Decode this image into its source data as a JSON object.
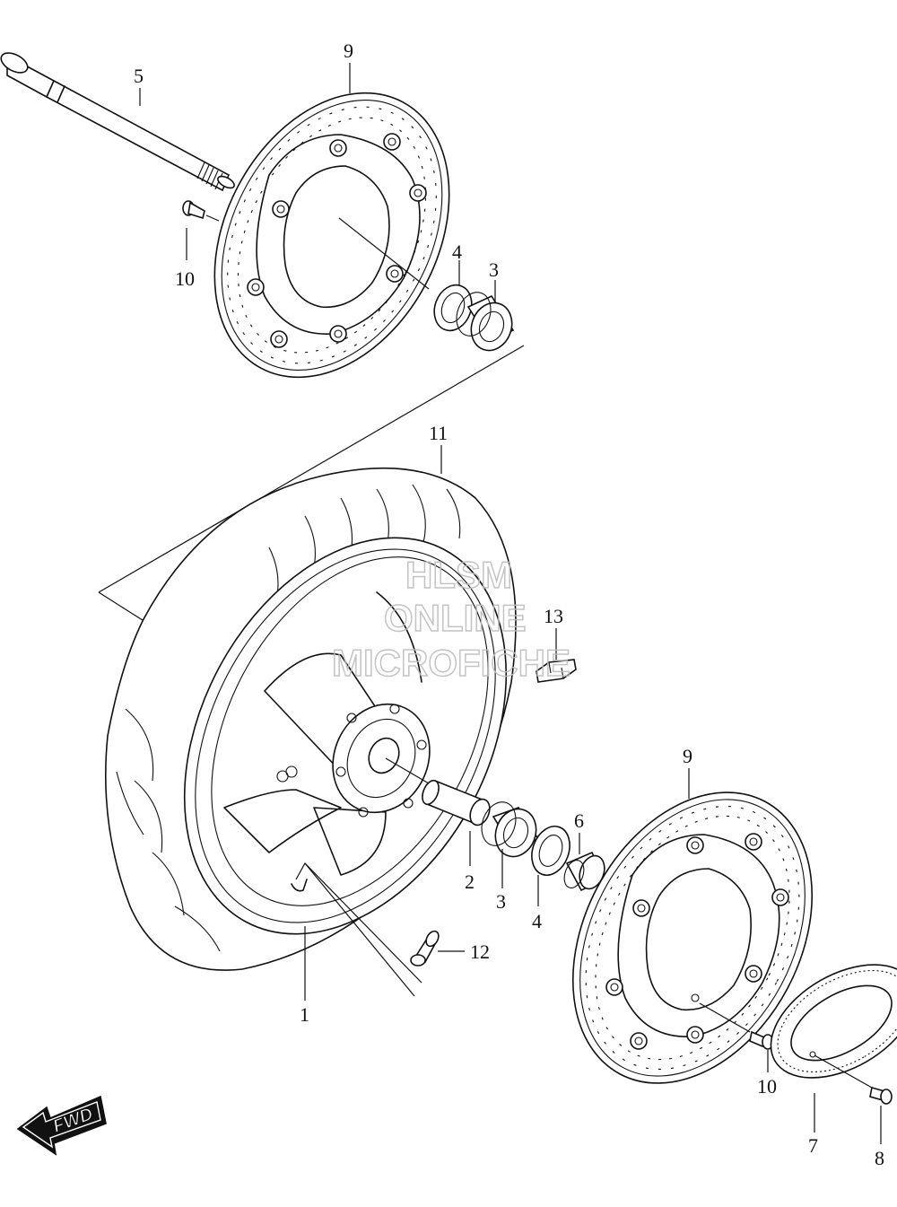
{
  "watermark": {
    "line1": "HLSM",
    "line2": "ONLINE",
    "line3": "MICROFICHE"
  },
  "direction_badge": "FWD",
  "callouts": [
    {
      "id": "c5",
      "label": "5"
    },
    {
      "id": "c9a",
      "label": "9"
    },
    {
      "id": "c10a",
      "label": "10"
    },
    {
      "id": "c4a",
      "label": "4"
    },
    {
      "id": "c3a",
      "label": "3"
    },
    {
      "id": "c11",
      "label": "11"
    },
    {
      "id": "c13",
      "label": "13"
    },
    {
      "id": "c9b",
      "label": "9"
    },
    {
      "id": "c6",
      "label": "6"
    },
    {
      "id": "c2",
      "label": "2"
    },
    {
      "id": "c3b",
      "label": "3"
    },
    {
      "id": "c4b",
      "label": "4"
    },
    {
      "id": "c12",
      "label": "12"
    },
    {
      "id": "c1",
      "label": "1"
    },
    {
      "id": "c10b",
      "label": "10"
    },
    {
      "id": "c7",
      "label": "7"
    },
    {
      "id": "c8",
      "label": "8"
    }
  ],
  "colors": {
    "ink": "#111111",
    "watermark": "#bdbdbd",
    "background": "#ffffff"
  }
}
